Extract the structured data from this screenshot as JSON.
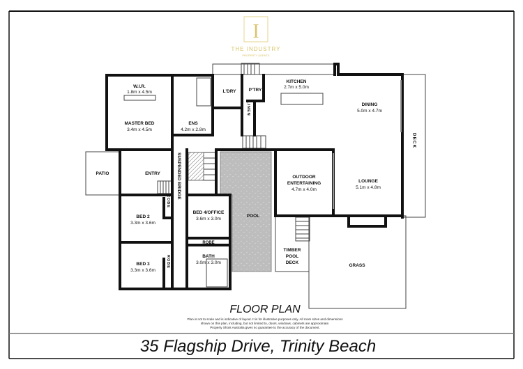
{
  "brand": {
    "name": "THE INDUSTRY",
    "tagline": "PROPERTY AGENTS",
    "monogram": "I",
    "color": "#d9c46a"
  },
  "plan_title": "FLOOR PLAN",
  "disclaimer": [
    "Plan is not to scale and is indicative of layout. It is for illustrative purposes only. All room sizes and dimensions",
    "shown on this plan, including, but not limited to, doors, windows, cabinets are approximate.",
    "Property Shots Australia gives no guarantee to the accuracy of the document."
  ],
  "address": "35 Flagship Drive, Trinity Beach",
  "rooms": {
    "wir": {
      "name": "W.I.R.",
      "size": "1.8m x 4.5m"
    },
    "master": {
      "name": "MASTER BED",
      "size": "3.4m x 4.5m"
    },
    "ens": {
      "name": "ENS",
      "size": "4.2m x 2.8m"
    },
    "ldry": {
      "name": "L'DRY"
    },
    "ptry": {
      "name": "P'TRY"
    },
    "linen": {
      "name": "LINEN"
    },
    "kitchen": {
      "name": "KITCHEN",
      "size": "2.7m x 5.0m"
    },
    "dining": {
      "name": "DINING",
      "size": "5.0m x 4.7m"
    },
    "deck": {
      "name": "DECK"
    },
    "patio": {
      "name": "PATIO"
    },
    "entry": {
      "name": "ENTRY"
    },
    "bridge": {
      "name": "SUSPENDED BRIDGE"
    },
    "pool": {
      "name": "POOL"
    },
    "outdoor": {
      "name1": "OUTDOOR",
      "name2": "ENTERTAINING",
      "size": "4.7m x 4.0m"
    },
    "lounge": {
      "name": "LOUNGE",
      "size": "5.1m x 4.8m"
    },
    "bed2": {
      "name": "BED 2",
      "size": "3.3m x 3.6m"
    },
    "robe": {
      "name": "ROBE"
    },
    "bed4": {
      "name": "BED 4/OFFICE",
      "size": "3.6m x 3.0m"
    },
    "bed3": {
      "name": "BED 3",
      "size": "3.3m x 3.6m"
    },
    "bath": {
      "name": "BATH",
      "size": "3.0m x 3.0m"
    },
    "timber": {
      "name1": "TIMBER",
      "name2": "POOL",
      "name3": "DECK"
    },
    "grass": {
      "name": "GRASS"
    }
  }
}
